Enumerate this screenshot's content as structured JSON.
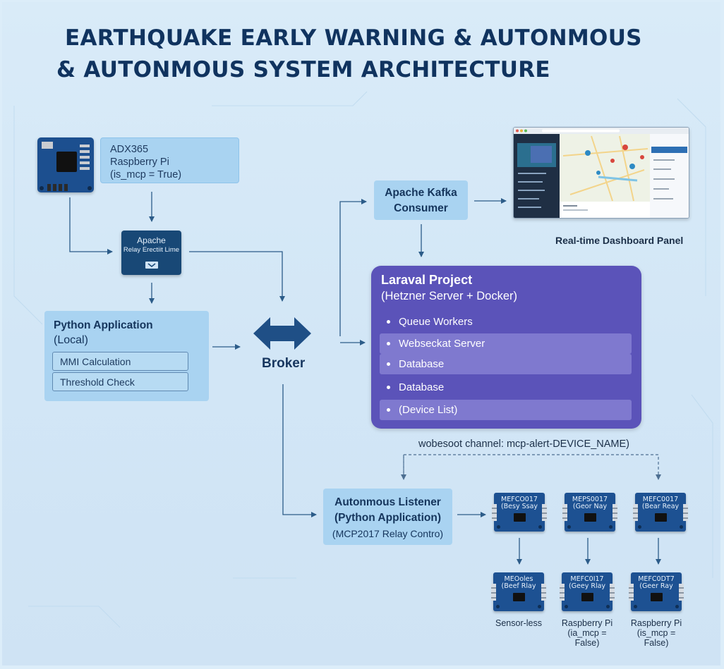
{
  "title": {
    "line1": "EARTHQUAKE EARLY WARNING & AUTONMOUS",
    "line2": "& AUTONMOUS SYSTEM ARCHITECTURE"
  },
  "sensor": {
    "line1": "ADX365",
    "line2": "Raspberry Pi",
    "line3": "(is_mcp = True)"
  },
  "relay_box": {
    "line1": "Apache",
    "line2": "Relay Erectiit Lime"
  },
  "python_app": {
    "title_line1": "Python Application",
    "title_line2": "(Local)",
    "items": [
      "MMI Calculation",
      "Threshold Check"
    ]
  },
  "broker": {
    "label": "Broker"
  },
  "kafka": {
    "line1": "Apache Kafka",
    "line2": "Consumer"
  },
  "dashboard": {
    "label": "Real-time Dashboard Panel"
  },
  "laravel": {
    "title": "Laraval Project",
    "subtitle": "(Hetzner Server + Docker)",
    "items": [
      "Queue Workers",
      "Webseckat Server",
      "Database",
      "Database",
      "(Device List)"
    ]
  },
  "websocket_channel": "wobesoot channel: mcp-alert-DEVICE_NAME)",
  "listener": {
    "line1": "Autonmous Listener",
    "line2": "(Python Application)",
    "line3": "(MCP2017 Relay Contro)"
  },
  "modules_top": [
    {
      "line1": "MEFCO017",
      "line2": "(Besy Ssay"
    },
    {
      "line1": "MEPS0017",
      "line2": "(Geor Nay"
    },
    {
      "line1": "MEFC0017",
      "line2": "(Bear Reay"
    }
  ],
  "modules_bottom": [
    {
      "line1": "MEOoles",
      "line2": "(Beef Rlay"
    },
    {
      "line1": "MEFC0I17",
      "line2": "(Geey Rlay"
    },
    {
      "line1": "MEFC0DT7",
      "line2": "(Geer Ray"
    }
  ],
  "device_captions": [
    {
      "line1": "Sensor-less",
      "line2": ""
    },
    {
      "line1": "Raspberry Pi",
      "line2": "(ia_mcp = False)"
    },
    {
      "line1": "Raspberry Pi",
      "line2": "(is_mcp = False)"
    }
  ],
  "colors": {
    "title": "#10335f",
    "light_box": "#a9d3f1",
    "dark_box": "#184876",
    "laravel": "#5b53b9",
    "arrow": "#2c5c89"
  }
}
